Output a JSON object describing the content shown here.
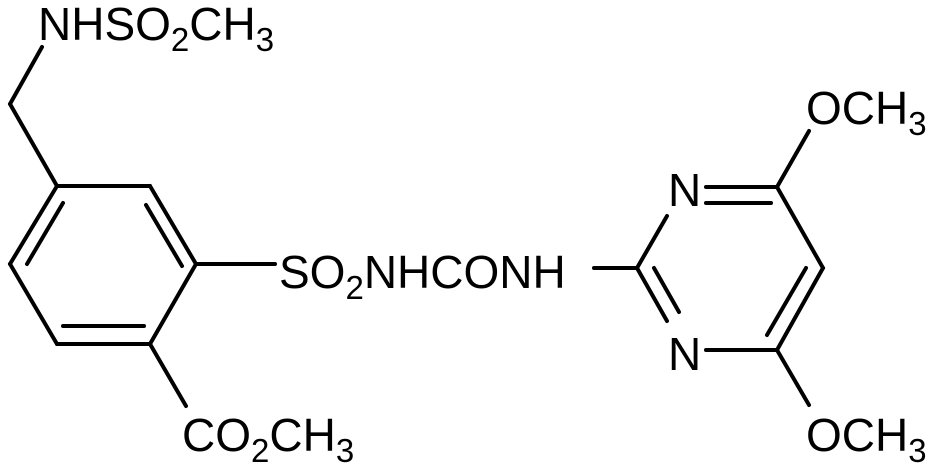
{
  "molecule": {
    "labels": {
      "top_sulfonamide": {
        "main": "NHSO",
        "sub": "2",
        "tail": "CH",
        "tail_sub": "3"
      },
      "ester": {
        "main": "CO",
        "sub": "2",
        "tail": "CH",
        "tail_sub": "3"
      },
      "sulfonylurea": {
        "main": "SO",
        "sub": "2",
        "tail": "NHCONH"
      },
      "ring_n_upper": "N",
      "ring_n_lower": "N",
      "methoxy_upper": {
        "main": "OCH",
        "sub": "3"
      },
      "methoxy_lower": {
        "main": "OCH",
        "sub": "3"
      }
    },
    "colors": {
      "ink": "#000000",
      "background": "#ffffff"
    }
  }
}
